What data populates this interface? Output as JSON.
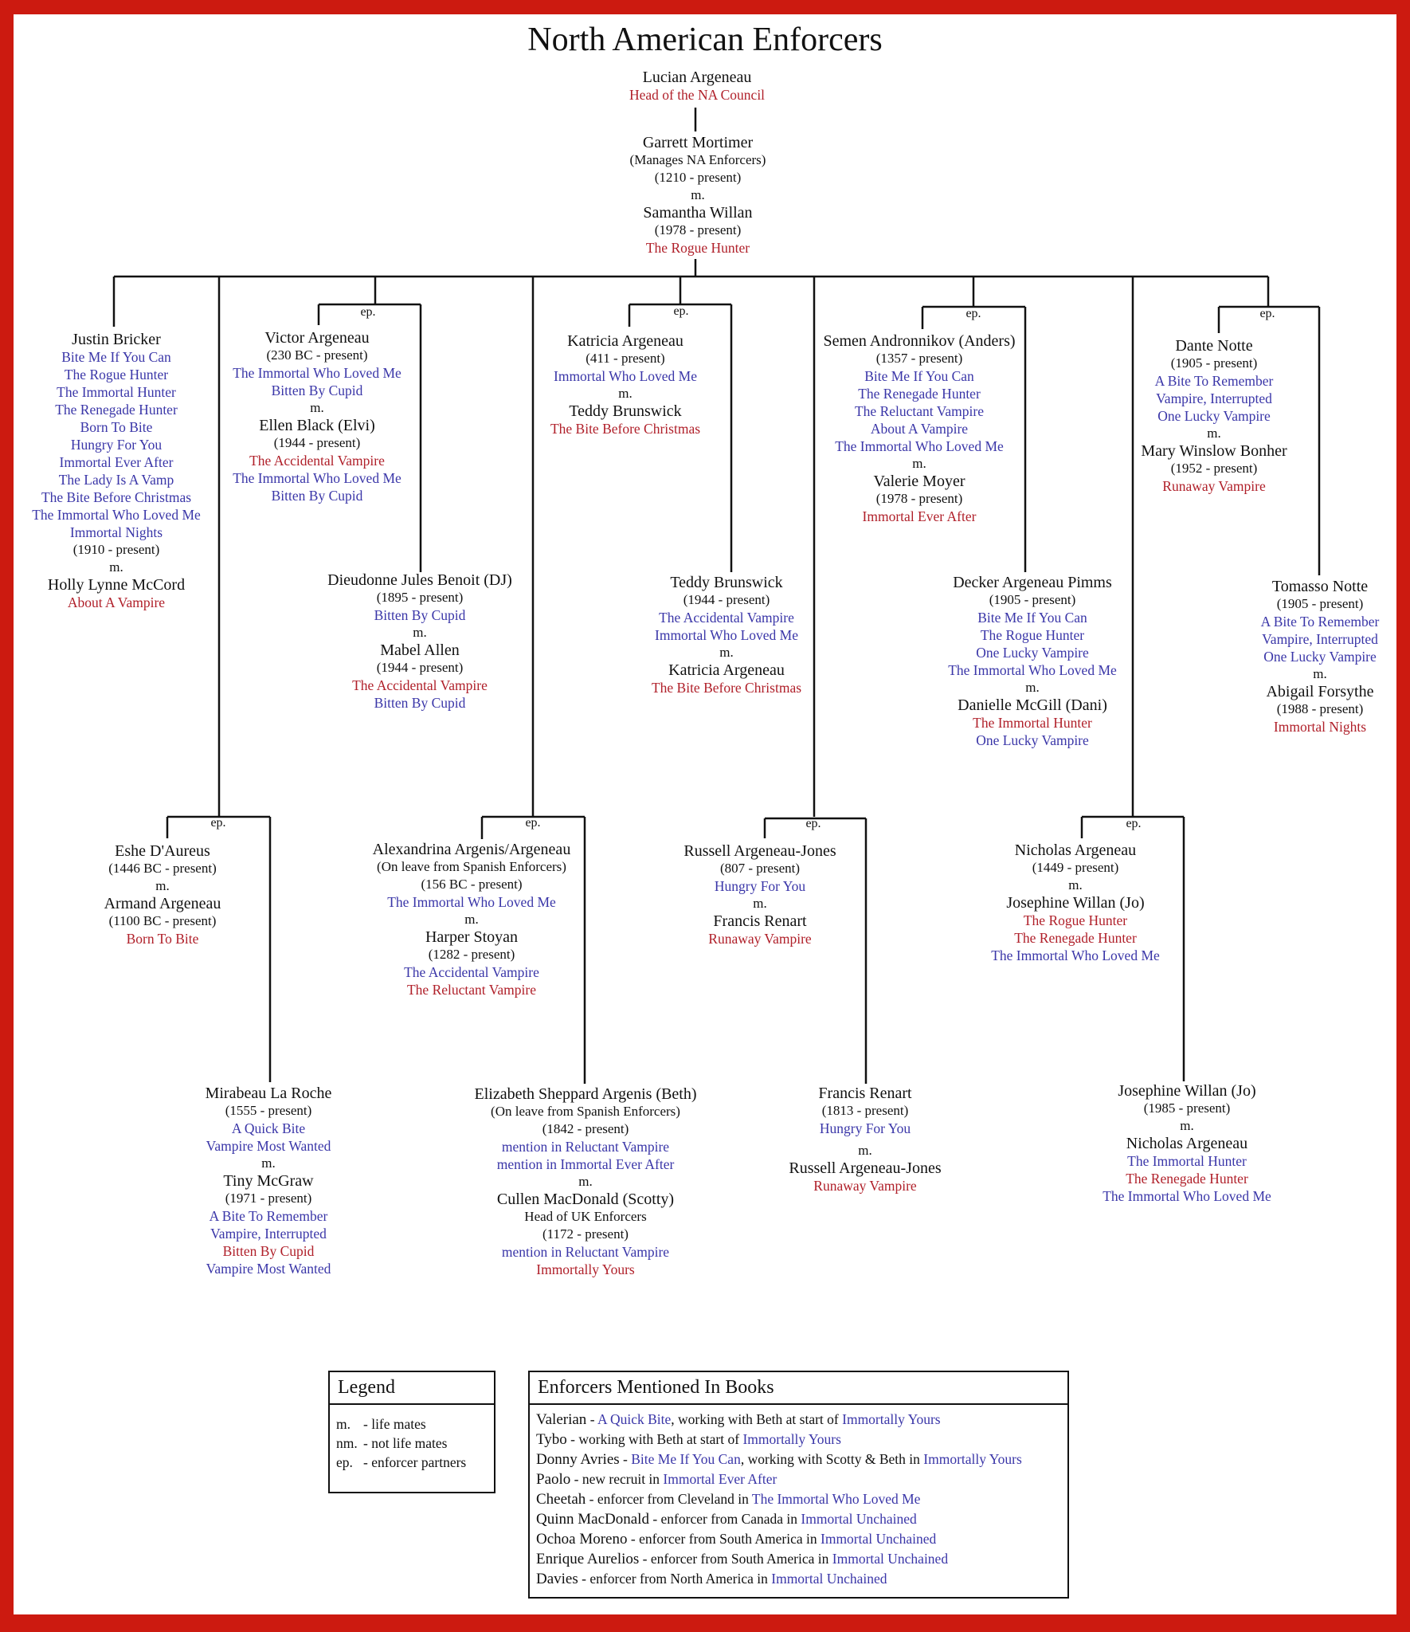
{
  "title": "North American Enforcers",
  "people": {
    "lucian": {
      "name": "Lucian Argeneau",
      "role": "Head of the NA Council"
    },
    "garrett": {
      "name": "Garrett Mortimer",
      "role": "(Manages NA Enforcers)",
      "years": "(1210 - present)",
      "m": "m."
    },
    "samantha": {
      "name": "Samantha Willan",
      "years": "(1978 - present)",
      "book": "The Rogue Hunter"
    },
    "justin": {
      "name": "Justin Bricker",
      "books": [
        "Bite Me If You Can",
        "The Rogue Hunter",
        "The Immortal Hunter",
        "The Renegade Hunter",
        "Born To Bite",
        "Hungry For You",
        "Immortal Ever After",
        "The Lady Is A Vamp",
        "The Bite Before Christmas",
        "The Immortal Who Loved Me",
        "Immortal Nights"
      ],
      "years": "(1910 - present)",
      "m": "m.",
      "partner": "Holly Lynne McCord",
      "partner_book": "About A Vampire"
    },
    "victor": {
      "name": "Victor Argeneau",
      "years": "(230 BC - present)",
      "books": [
        "The Immortal Who Loved Me",
        "Bitten By Cupid"
      ],
      "m": "m.",
      "partner": "Ellen Black (Elvi)",
      "partner_years": "(1944 - present)",
      "partner_books": [
        "The Accidental Vampire",
        "The Immortal Who Loved Me",
        "Bitten By Cupid"
      ]
    },
    "dj": {
      "name": "Dieudonne Jules Benoit (DJ)",
      "years": "(1895 - present)",
      "book": "Bitten By Cupid",
      "m": "m.",
      "partner": "Mabel Allen",
      "partner_years": "(1944 - present)",
      "partner_books": [
        "The Accidental Vampire",
        "Bitten By Cupid"
      ]
    },
    "katricia": {
      "name": "Katricia Argeneau",
      "years": "(411 - present)",
      "book": "Immortal Who Loved Me",
      "m": "m.",
      "partner": "Teddy Brunswick",
      "partner_book": "The Bite Before Christmas"
    },
    "teddy": {
      "name": "Teddy Brunswick",
      "years": "(1944 - present)",
      "books": [
        "The Accidental Vampire",
        "Immortal Who Loved Me"
      ],
      "m": "m.",
      "partner": "Katricia Argeneau",
      "partner_book": "The Bite Before Christmas"
    },
    "semen": {
      "name": "Semen Andronnikov (Anders)",
      "years": "(1357 - present)",
      "books": [
        "Bite Me If You Can",
        "The Renegade Hunter",
        "The Reluctant Vampire",
        "About A Vampire",
        "The Immortal Who Loved Me"
      ],
      "m": "m.",
      "partner": "Valerie Moyer",
      "partner_years": "(1978 - present)",
      "partner_book": "Immortal Ever After"
    },
    "decker": {
      "name": "Decker Argeneau Pimms",
      "years": "(1905 - present)",
      "books": [
        "Bite Me If You Can",
        "The Rogue Hunter",
        "One Lucky Vampire",
        "The Immortal Who Loved Me"
      ],
      "m": "m.",
      "partner": "Danielle McGill (Dani)",
      "partner_books": [
        "The Immortal Hunter",
        "One Lucky Vampire"
      ]
    },
    "dante": {
      "name": "Dante Notte",
      "years": "(1905 - present)",
      "books": [
        "A Bite To Remember",
        "Vampire, Interrupted",
        "One Lucky Vampire"
      ],
      "m": "m.",
      "partner": "Mary Winslow Bonher",
      "partner_years": "(1952 - present)",
      "partner_book": "Runaway Vampire"
    },
    "tomasso": {
      "name": "Tomasso Notte",
      "years": "(1905 - present)",
      "books": [
        "A Bite To Remember",
        "Vampire, Interrupted",
        "One Lucky Vampire"
      ],
      "m": "m.",
      "partner": "Abigail Forsythe",
      "partner_years": "(1988 - present)",
      "partner_book": "Immortal Nights"
    },
    "eshe": {
      "name": "Eshe D'Aureus",
      "years": "(1446 BC - present)",
      "m": "m.",
      "partner": "Armand Argeneau",
      "partner_years": "(1100 BC - present)",
      "partner_book": "Born To Bite"
    },
    "mirabeau": {
      "name": "Mirabeau La Roche",
      "years": "(1555 - present)",
      "books": [
        "A Quick Bite",
        "Vampire Most Wanted"
      ],
      "m": "m.",
      "partner": "Tiny McGraw",
      "partner_years": "(1971 - present)",
      "partner_books": [
        "A Bite To Remember",
        "Vampire, Interrupted",
        "Bitten By Cupid",
        "Vampire Most Wanted"
      ]
    },
    "alexandrina": {
      "name": "Alexandrina Argenis/Argeneau",
      "role": "(On leave from Spanish Enforcers)",
      "years": "(156 BC - present)",
      "book": "The Immortal Who Loved Me",
      "m": "m.",
      "partner": "Harper Stoyan",
      "partner_years": "(1282 - present)",
      "partner_books": [
        "The Accidental Vampire",
        "The Reluctant Vampire"
      ]
    },
    "elizabeth": {
      "name": "Elizabeth Sheppard Argenis (Beth)",
      "role": "(On leave from Spanish Enforcers)",
      "years": "(1842 - present)",
      "books": [
        "mention in Reluctant Vampire",
        "mention in Immortal Ever After"
      ],
      "m": "m.",
      "partner": "Cullen MacDonald (Scotty)",
      "partner_role": "Head of UK Enforcers",
      "partner_years": "(1172 - present)",
      "partner_books": [
        "mention in Reluctant Vampire",
        "Immortally Yours"
      ]
    },
    "russell": {
      "name": "Russell Argeneau-Jones",
      "years": "(807 - present)",
      "book": "Hungry For You",
      "m": "m.",
      "partner": "Francis Renart",
      "partner_book": "Runaway Vampire"
    },
    "francis": {
      "name": "Francis Renart",
      "years": "(1813 - present)",
      "book": "Hungry For You",
      "m": "m.",
      "partner": "Russell Argeneau-Jones",
      "partner_book": "Runaway Vampire"
    },
    "nicholas": {
      "name": "Nicholas Argeneau",
      "years": "(1449 - present)",
      "m": "m.",
      "partner": "Josephine Willan (Jo)",
      "partner_books": [
        "The Rogue Hunter",
        "The Renegade Hunter",
        "The Immortal Who Loved Me"
      ]
    },
    "josephine": {
      "name": "Josephine Willan (Jo)",
      "years": "(1985 - present)",
      "m": "m.",
      "partner": "Nicholas Argeneau",
      "partner_books": [
        "The Immortal Hunter",
        "The Renegade Hunter",
        "The Immortal Who Loved Me"
      ]
    }
  },
  "ep_label": "ep.",
  "legend": {
    "title": "Legend",
    "rows": [
      {
        "key": "m.",
        "desc": "- life mates"
      },
      {
        "key": "nm.",
        "desc": "- not life mates"
      },
      {
        "key": "ep.",
        "desc": "- enforcer partners"
      }
    ]
  },
  "mentioned": {
    "title": "Enforcers Mentioned In Books",
    "rows": [
      {
        "name": "Valerian",
        "pre": " - ",
        "book1": "A Quick Bite",
        "mid": ", working with Beth at start of ",
        "book2": "Immortally Yours"
      },
      {
        "name": "Tybo",
        "pre": " - working with Beth at start of ",
        "book1": "Immortally Yours",
        "mid": "",
        "book2": ""
      },
      {
        "name": "Donny Avries",
        "pre": " - ",
        "book1": "Bite Me If You Can",
        "mid": ", working with Scotty & Beth in ",
        "book2": "Immortally Yours"
      },
      {
        "name": "Paolo",
        "pre": " - new recruit in ",
        "book1": "Immortal Ever After",
        "mid": "",
        "book2": ""
      },
      {
        "name": "Cheetah",
        "pre": " - enforcer from Cleveland in ",
        "book1": "The Immortal Who Loved Me",
        "mid": "",
        "book2": ""
      },
      {
        "name": "Quinn MacDonald",
        "pre": " - enforcer from Canada in ",
        "book1": "Immortal Unchained",
        "mid": "",
        "book2": ""
      },
      {
        "name": "Ochoa Moreno",
        "pre": " - enforcer from South America in ",
        "book1": "Immortal Unchained",
        "mid": "",
        "book2": ""
      },
      {
        "name": "Enrique Aurelios",
        "pre": " - enforcer from South America in ",
        "book1": "Immortal Unchained",
        "mid": "",
        "book2": ""
      },
      {
        "name": "Davies",
        "pre": " - enforcer from North America in ",
        "book1": "Immortal Unchained",
        "mid": "",
        "book2": ""
      }
    ]
  },
  "colors": {
    "border": "#cc1a10",
    "blue": "#3a36a8",
    "red": "#b0202a"
  }
}
